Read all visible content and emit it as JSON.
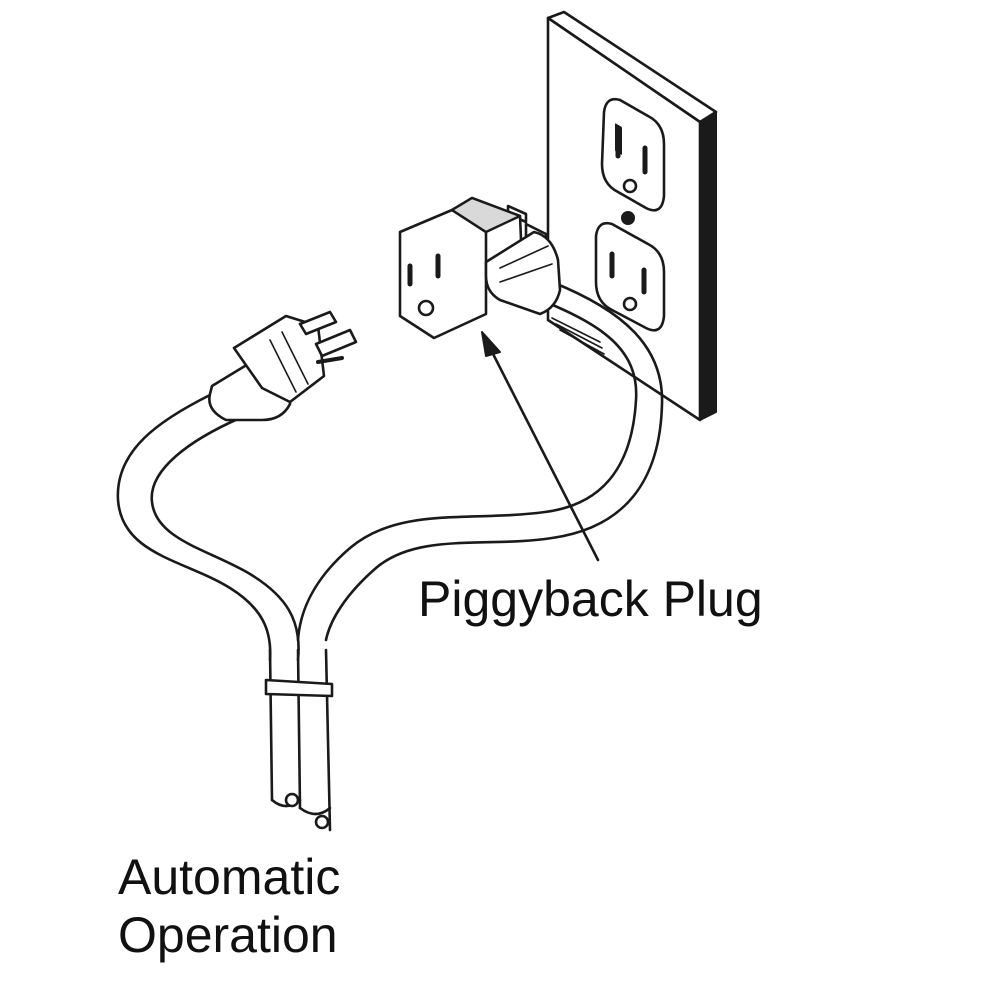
{
  "labels": {
    "piggyback_plug": "Piggyback Plug",
    "automatic_line1": "Automatic",
    "automatic_line2": "Operation"
  },
  "colors": {
    "ink": "#1a1a1a",
    "background": "#ffffff"
  }
}
